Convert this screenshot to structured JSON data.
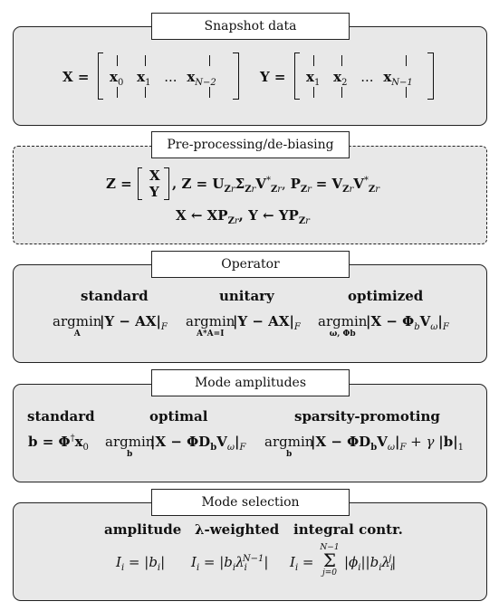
{
  "snapshot": {
    "title": "Snapshot data",
    "x_label": "X =",
    "x_cols": [
      "x",
      "x",
      "...",
      "x"
    ],
    "x_subs": [
      "0",
      "1",
      "",
      "N−2"
    ],
    "y_label": "Y =",
    "y_cols": [
      "x",
      "x",
      "...",
      "x"
    ],
    "y_subs": [
      "1",
      "2",
      "",
      "N−1"
    ]
  },
  "preprocessing": {
    "title": "Pre-processing/de-biasing",
    "z_label": "Z =",
    "stack_top": "X",
    "stack_bottom": "Y",
    "svd_text": ", Z = U",
    "line2": "X ← XP",
    "line2b": ", Y ← YP"
  },
  "operator": {
    "title": "Operator",
    "headers": [
      "standard",
      "unitary",
      "optimized"
    ],
    "argmin": "argmin",
    "limits": [
      "A",
      "A*A=I",
      "ω, Φb"
    ],
    "exprs": [
      "|Y − AX|",
      "|Y − AX|",
      "|X − Φ"
    ],
    "f_sub": "F"
  },
  "amplitudes": {
    "title": "Mode amplitudes",
    "headers": [
      "standard",
      "optimal",
      "sparsity-promoting"
    ],
    "standard_expr": "b = Φ",
    "argmin": "argmin",
    "limit": "b"
  },
  "selection": {
    "title": "Mode selection",
    "headers": [
      "amplitude",
      "λ-weighted",
      "integral contr."
    ],
    "amp_expr": "I",
    "sum_top": "N−1",
    "sum_bottom": "j=0"
  }
}
